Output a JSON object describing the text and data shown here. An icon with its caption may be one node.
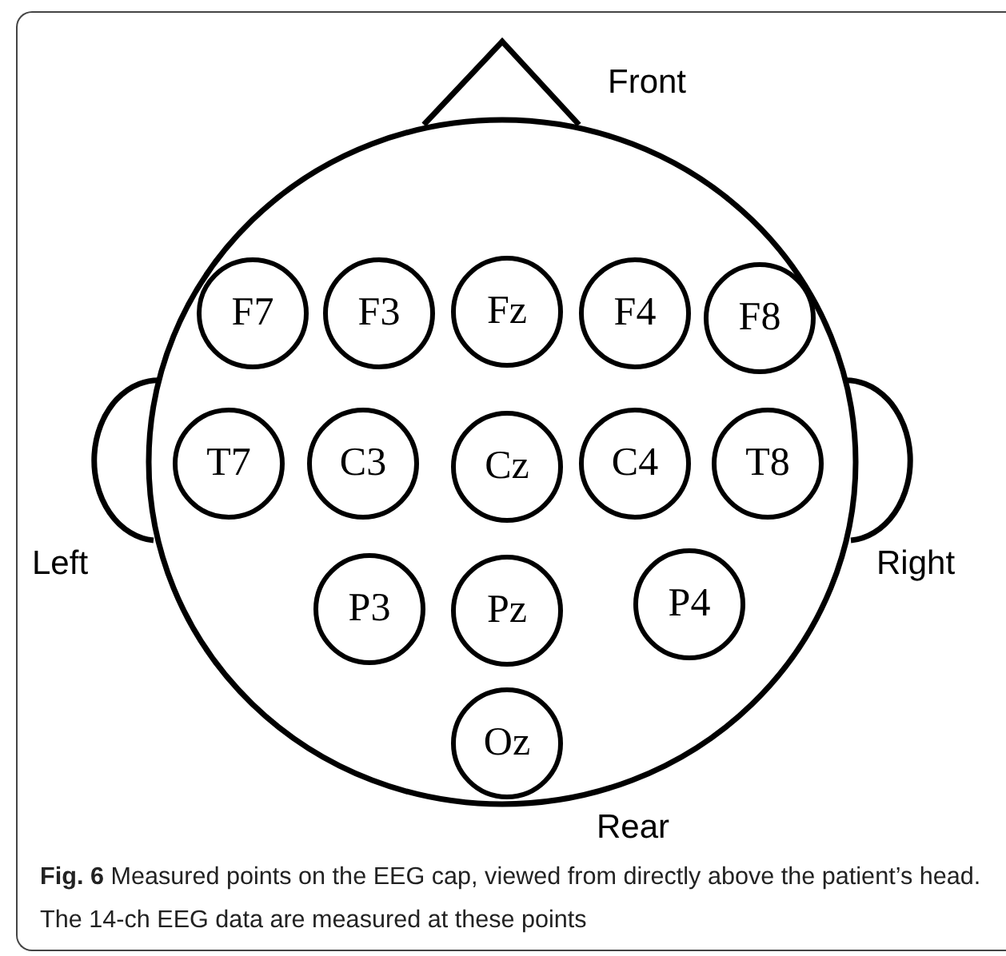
{
  "diagram": {
    "caption": "**Fig. 6** Measured points on the EEG cap, viewed from directly above the patient’s head. The 14-ch EEG data are measured at these points",
    "nodes": [
      {
        "text": [
          "F7"
        ]
      },
      {
        "text": [
          "F3"
        ]
      },
      {
        "text": [
          "Fz"
        ]
      },
      {
        "text": [
          "F4"
        ]
      },
      {
        "text": [
          "F8"
        ]
      },
      {
        "text": [
          "T7"
        ]
      },
      {
        "text": [
          "C3"
        ]
      },
      {
        "text": [
          "Cz"
        ]
      },
      {
        "text": [
          "C4"
        ]
      },
      {
        "text": [
          "T8"
        ]
      },
      {
        "text": [
          "P3"
        ]
      },
      {
        "text": [
          "Pz"
        ]
      },
      {
        "text": [
          "P4"
        ]
      },
      {
        "text": [
          "Oz"
        ]
      }
    ],
    "labels": [
      "Front",
      "Left",
      "Right",
      "Rear"
    ]
  }
}
